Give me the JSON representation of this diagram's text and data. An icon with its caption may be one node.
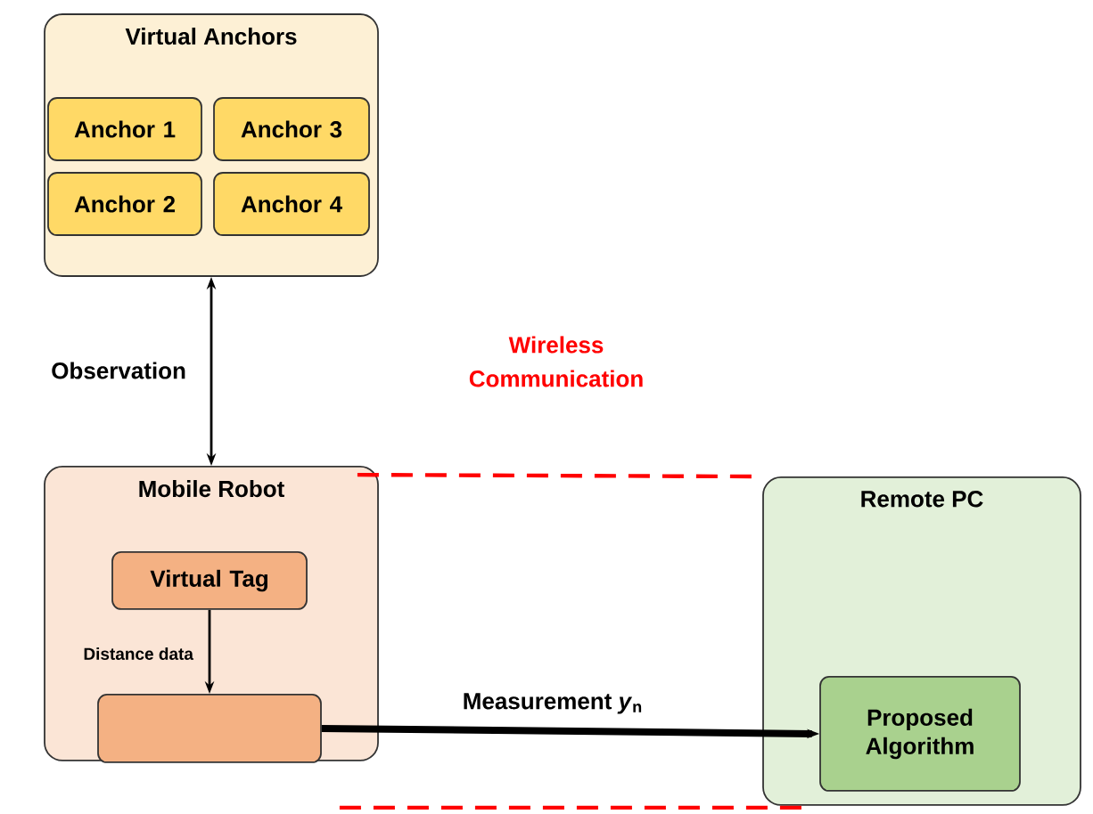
{
  "diagram": {
    "nodes": [
      {
        "text": [
          "Virtual Anchors"
        ]
      },
      {
        "text": [
          "Anchor 1"
        ],
        "in": 0
      },
      {
        "text": [
          "Anchor 3"
        ],
        "in": 0
      },
      {
        "text": [
          "Anchor 2"
        ],
        "in": 0
      },
      {
        "text": [
          "Anchor 4"
        ],
        "in": 0
      },
      {
        "text": [
          "Mobile Robot"
        ]
      },
      {
        "text": [
          "Virtual Tag"
        ],
        "in": 5
      },
      {
        "text": [],
        "shape": "box",
        "in": 5
      },
      {
        "text": [
          "Remote PC"
        ]
      },
      {
        "text": [
          "Proposed Algorithm"
        ],
        "in": 8
      }
    ],
    "edges": [
      {
        "from": 0,
        "to": 5,
        "arrow": "both",
        "label": "Observation"
      },
      {
        "from": 6,
        "to": 7,
        "arrow": "to",
        "label": "Distance data"
      },
      {
        "from": 7,
        "to": 9,
        "arrow": "to",
        "label": "Measurement *y*$_{n}$",
        "style": "thick"
      },
      {
        "from": 5,
        "to": 8,
        "arrow": "none",
        "style": "dashed",
        "color": "#ff0000"
      },
      {
        "from": 5,
        "to": 8,
        "arrow": "none",
        "style": "dashed",
        "color": "#ff0000"
      }
    ],
    "labels": [
      "Wireless Communication"
    ]
  }
}
